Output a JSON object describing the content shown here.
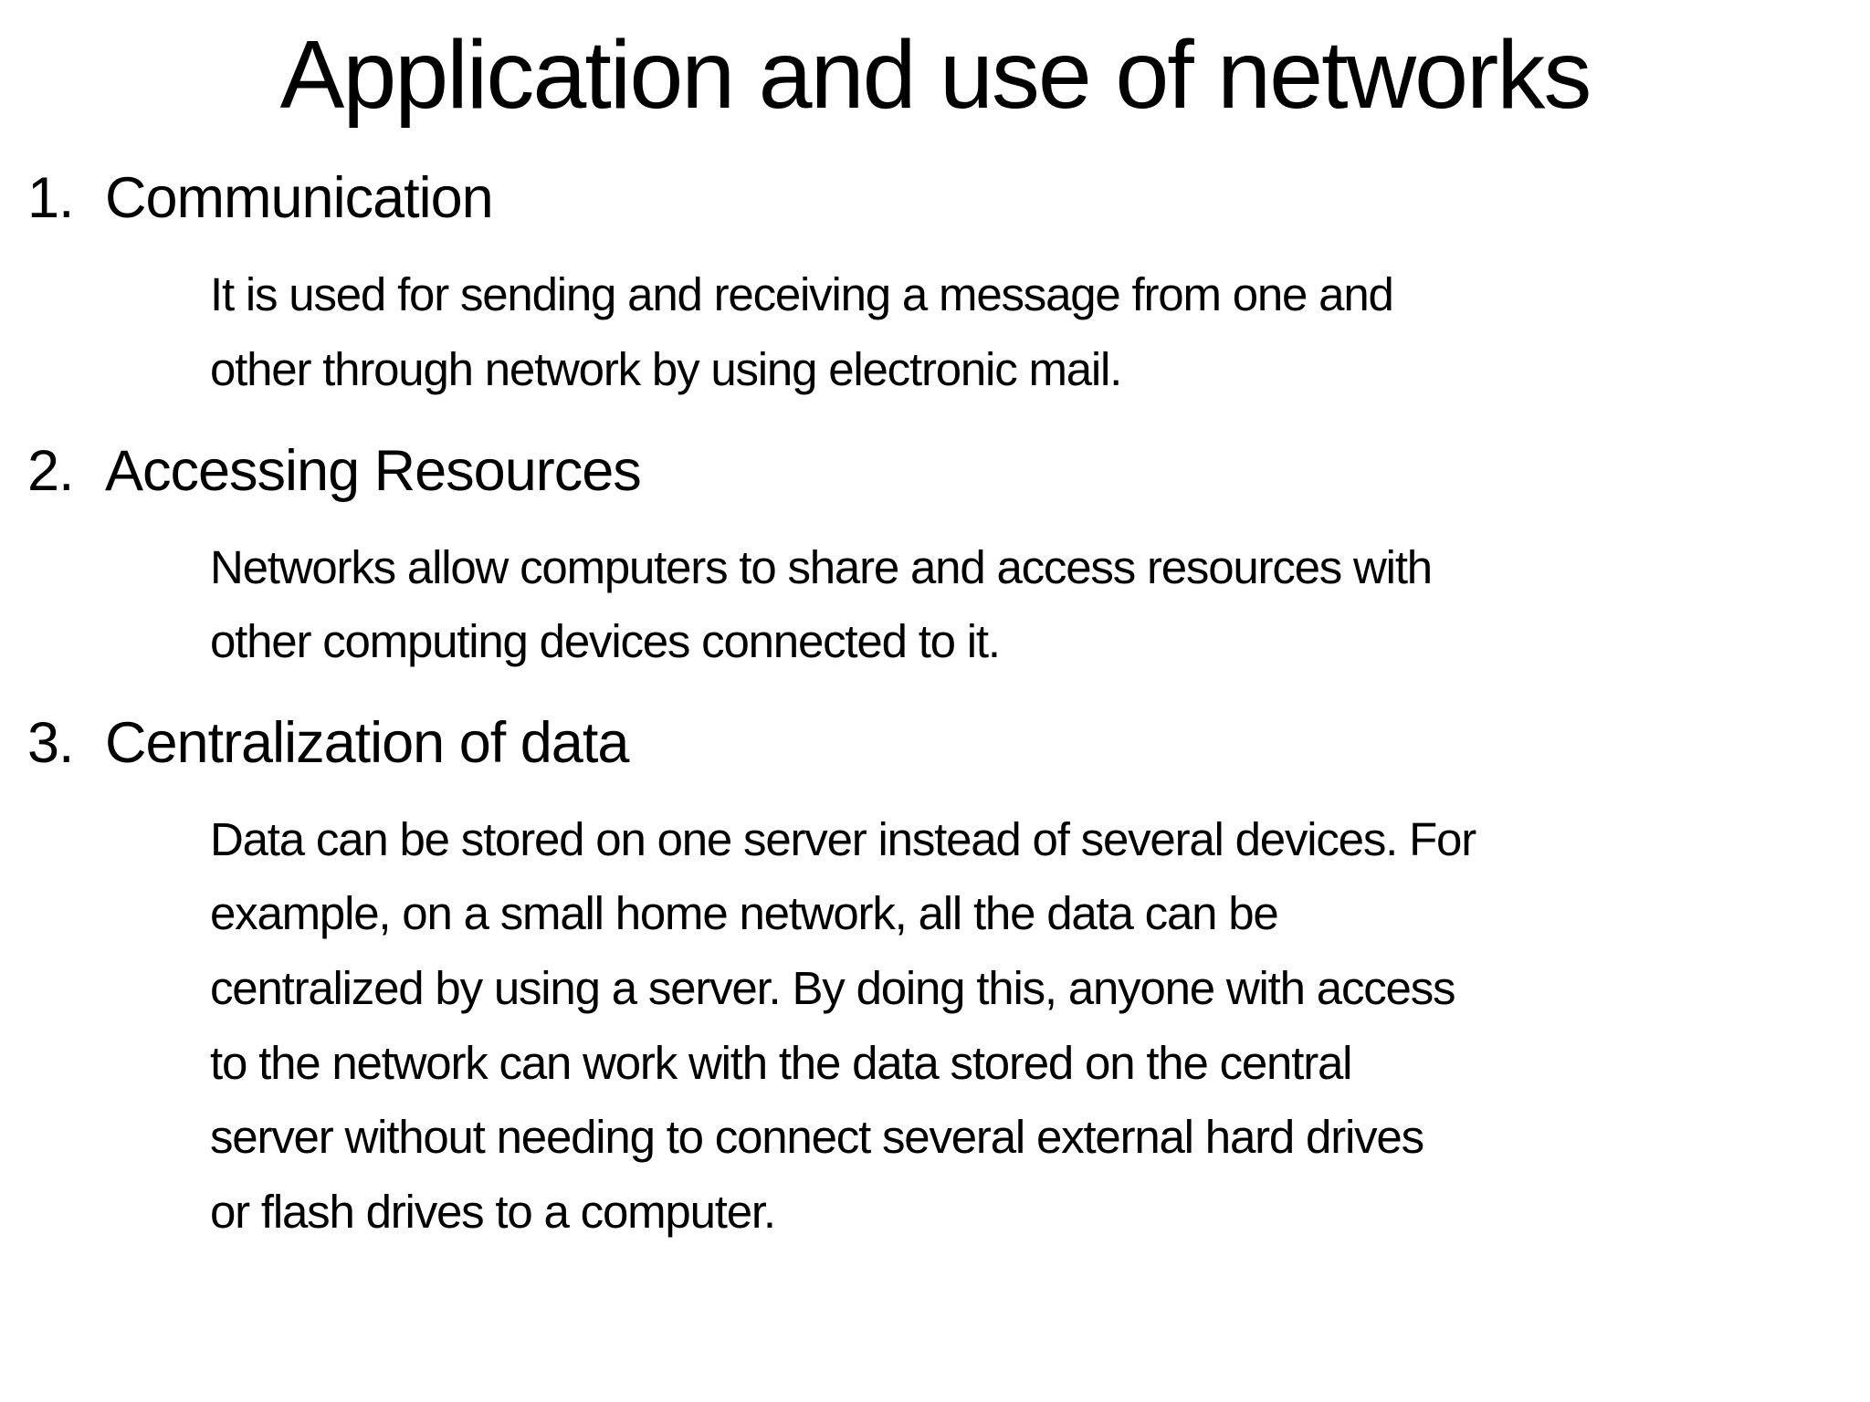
{
  "slide": {
    "title": "Application and use of networks",
    "items": [
      {
        "number": "1.",
        "heading": "Communication",
        "body": "It is used for sending and receiving a message from one and\nother through network by using electronic mail."
      },
      {
        "number": "2.",
        "heading": "Accessing Resources",
        "body": "Networks allow computers to share and access resources with\nother computing devices connected to it."
      },
      {
        "number": "3.",
        "heading": "Centralization of data",
        "body": "Data can be stored on one server instead of several devices. For\nexample, on a small home network, all the data can be\ncentralized by using a server. By doing this, anyone with access\nto the network can work with the data stored on the central\nserver without needing to connect several external hard drives\nor flash drives to a computer."
      }
    ]
  }
}
